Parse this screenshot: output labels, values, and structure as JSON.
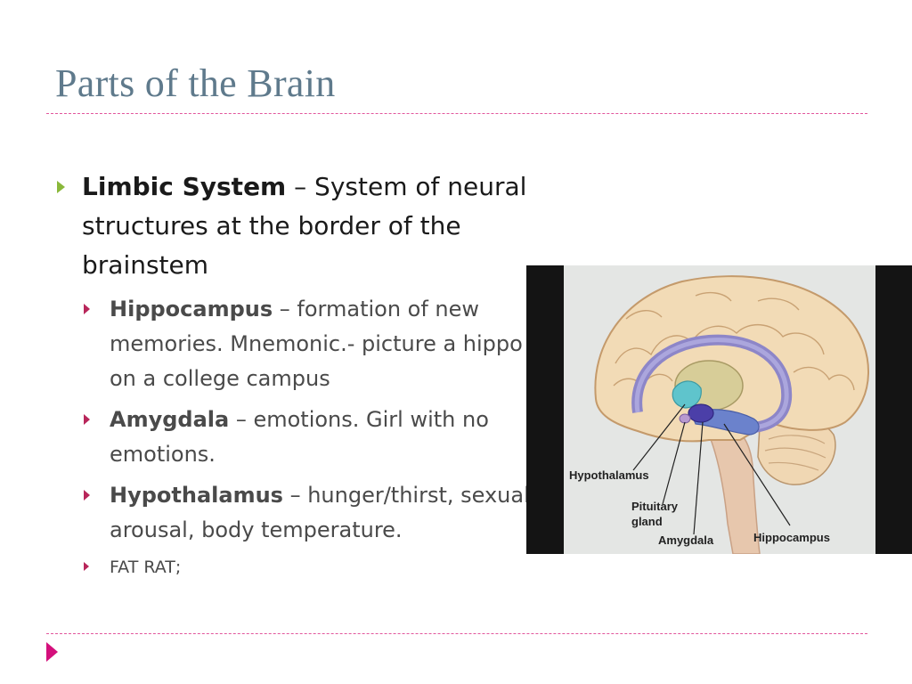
{
  "slide": {
    "title": "Parts of the Brain"
  },
  "bullets": {
    "main": {
      "term": "Limbic System",
      "text": " – System of neural structures at the border of the brainstem"
    },
    "sub": [
      {
        "term": "Hippocampus",
        "text": " – formation of new memories.  Mnemonic.- picture a hippo on a college campus"
      },
      {
        "term": "Amygdala",
        "text": " – emotions. Girl with no emotions."
      },
      {
        "term": "Hypothalamus",
        "text": " – hunger/thirst, sexual  arousal, body temperature."
      },
      {
        "term": "",
        "text": "FAT RAT;"
      }
    ]
  },
  "figure": {
    "labels": {
      "hypothalamus": "Hypothalamus",
      "pituitary_1": "Pituitary",
      "pituitary_2": "gland",
      "amygdala": "Amygdala",
      "hippocampus": "Hippocampus"
    }
  },
  "colors": {
    "title": "#5f7a8c",
    "rule": "#e2559c",
    "bullet_level1": "#8ab83a",
    "bullet_level2": "#b8265a",
    "corner_arrow": "#d4107c"
  }
}
